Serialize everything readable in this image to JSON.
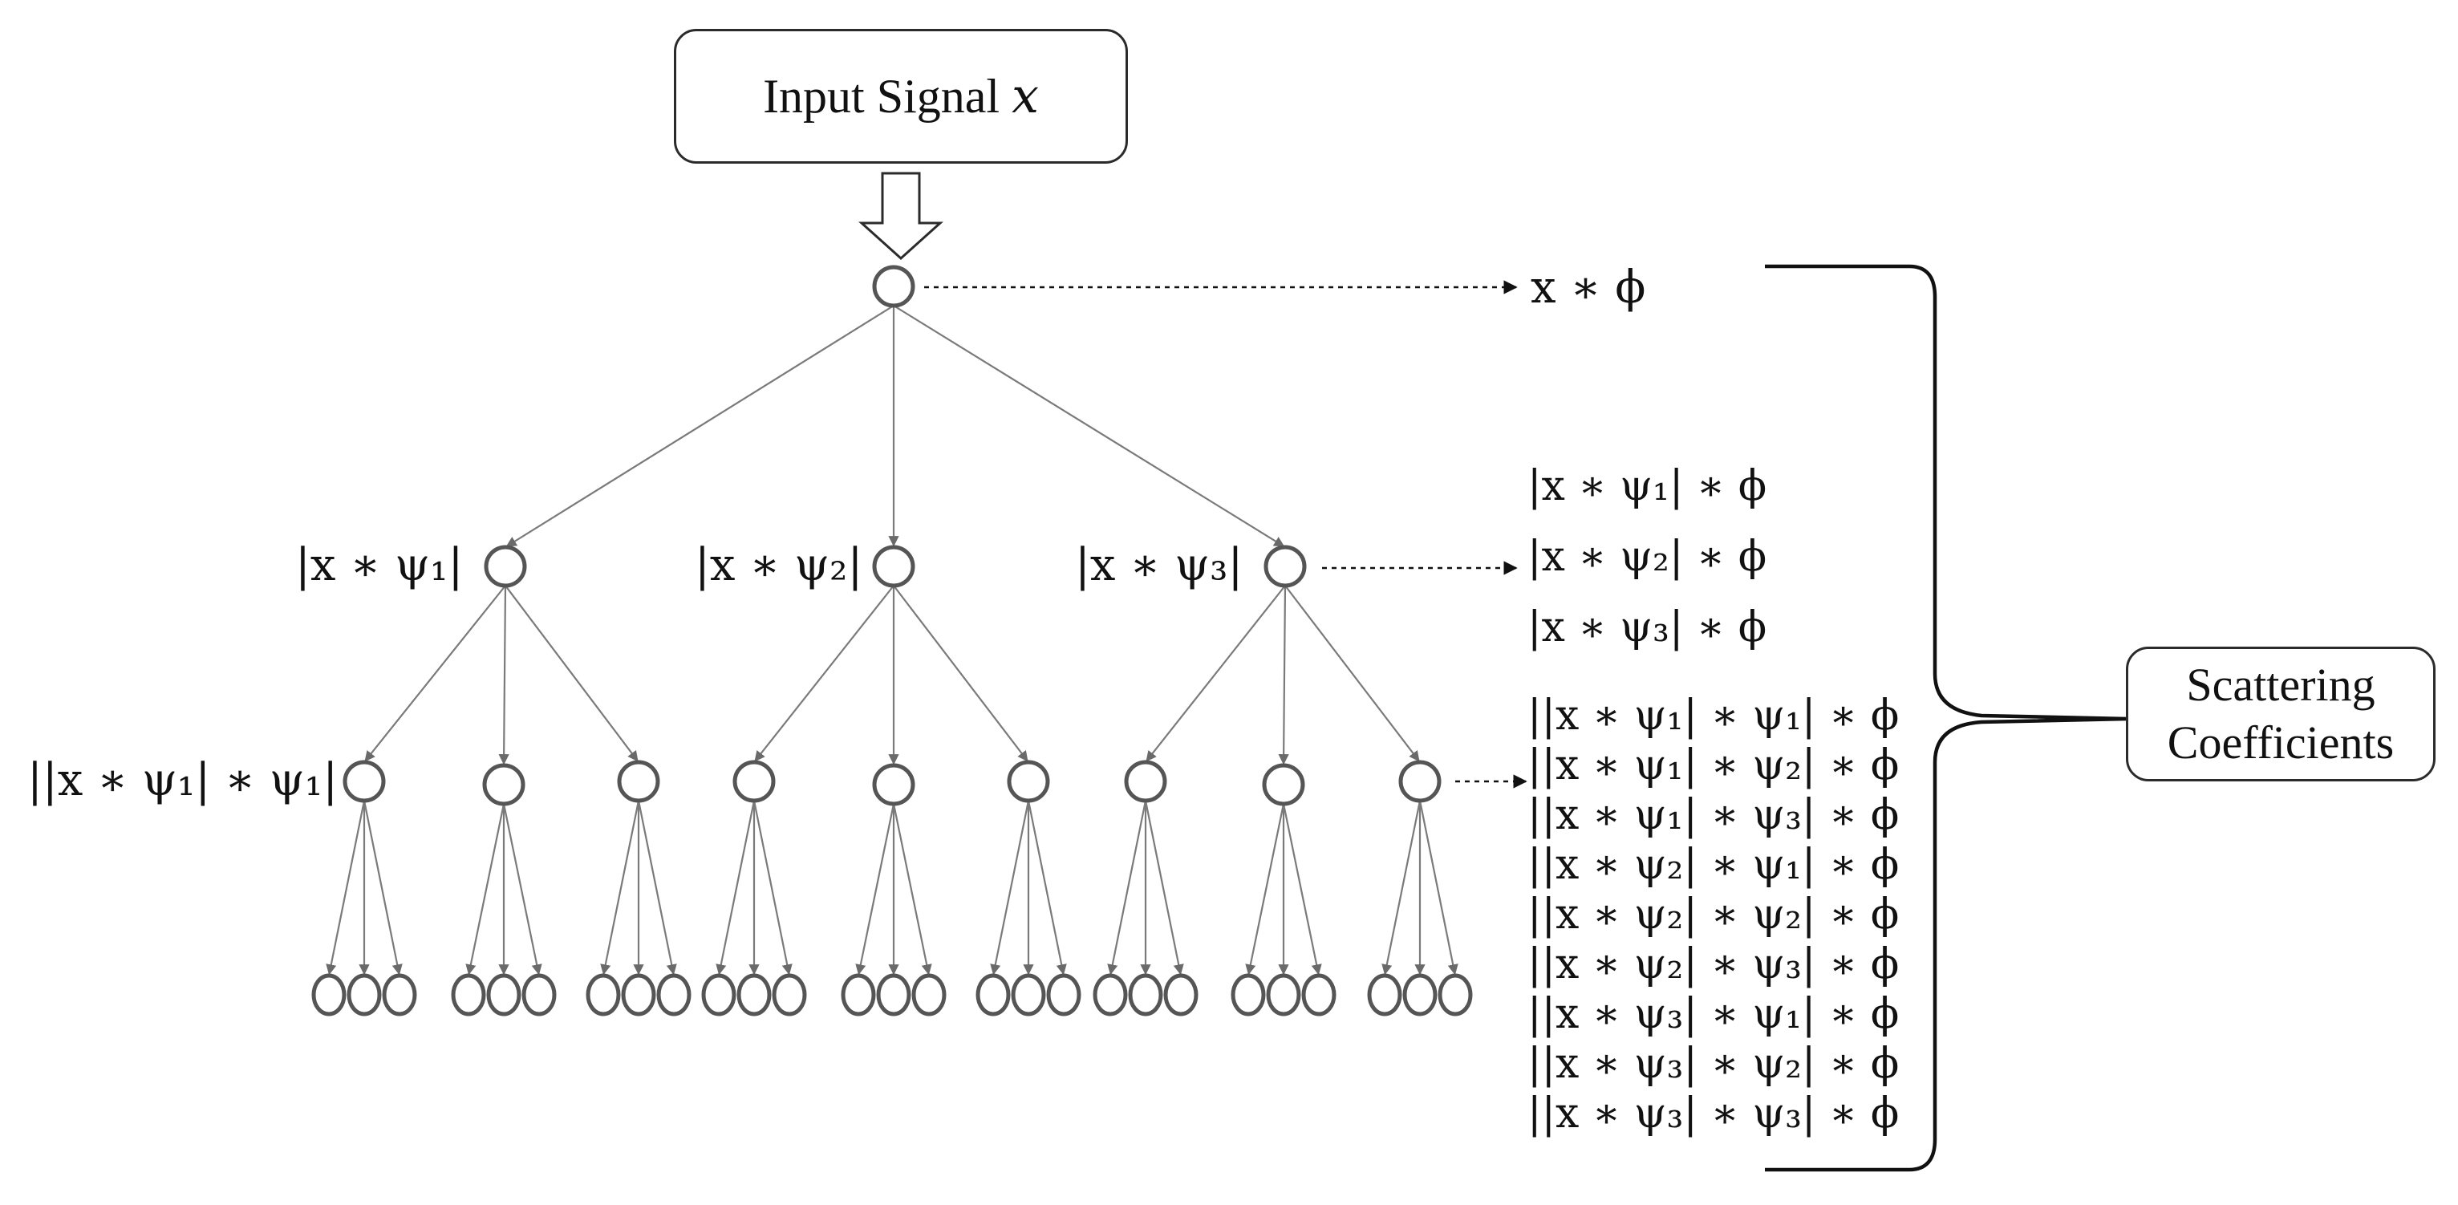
{
  "input_box": {
    "text": "Input Signal ",
    "var": "x"
  },
  "output_box": {
    "line1": "Scattering",
    "line2": "Coefficients"
  },
  "node_labels": {
    "level1": [
      "|x ∗ ψ₁|",
      "|x ∗ ψ₂|",
      "|x ∗ ψ₃|"
    ],
    "level2_first": "||x ∗ ψ₁| ∗ ψ₁|"
  },
  "coefficients": {
    "order0": "x ∗ ϕ",
    "order1": [
      "|x ∗ ψ₁| ∗ ϕ",
      "|x ∗ ψ₂| ∗ ϕ",
      "|x ∗ ψ₃| ∗ ϕ"
    ],
    "order2": [
      "||x ∗ ψ₁| ∗ ψ₁| ∗ ϕ",
      "||x ∗ ψ₁| ∗ ψ₂| ∗ ϕ",
      "||x ∗ ψ₁| ∗ ψ₃| ∗ ϕ",
      "||x ∗ ψ₂| ∗ ψ₁| ∗ ϕ",
      "||x ∗ ψ₂| ∗ ψ₂| ∗ ϕ",
      "||x ∗ ψ₂| ∗ ψ₃| ∗ ϕ",
      "||x ∗ ψ₃| ∗ ψ₁| ∗ ϕ",
      "||x ∗ ψ₃| ∗ ψ₂| ∗ ϕ",
      "||x ∗ ψ₃| ∗ ψ₃| ∗ ϕ"
    ]
  },
  "colors": {
    "node": "#555555",
    "edge": "#7a7a7a",
    "text": "#111111"
  }
}
